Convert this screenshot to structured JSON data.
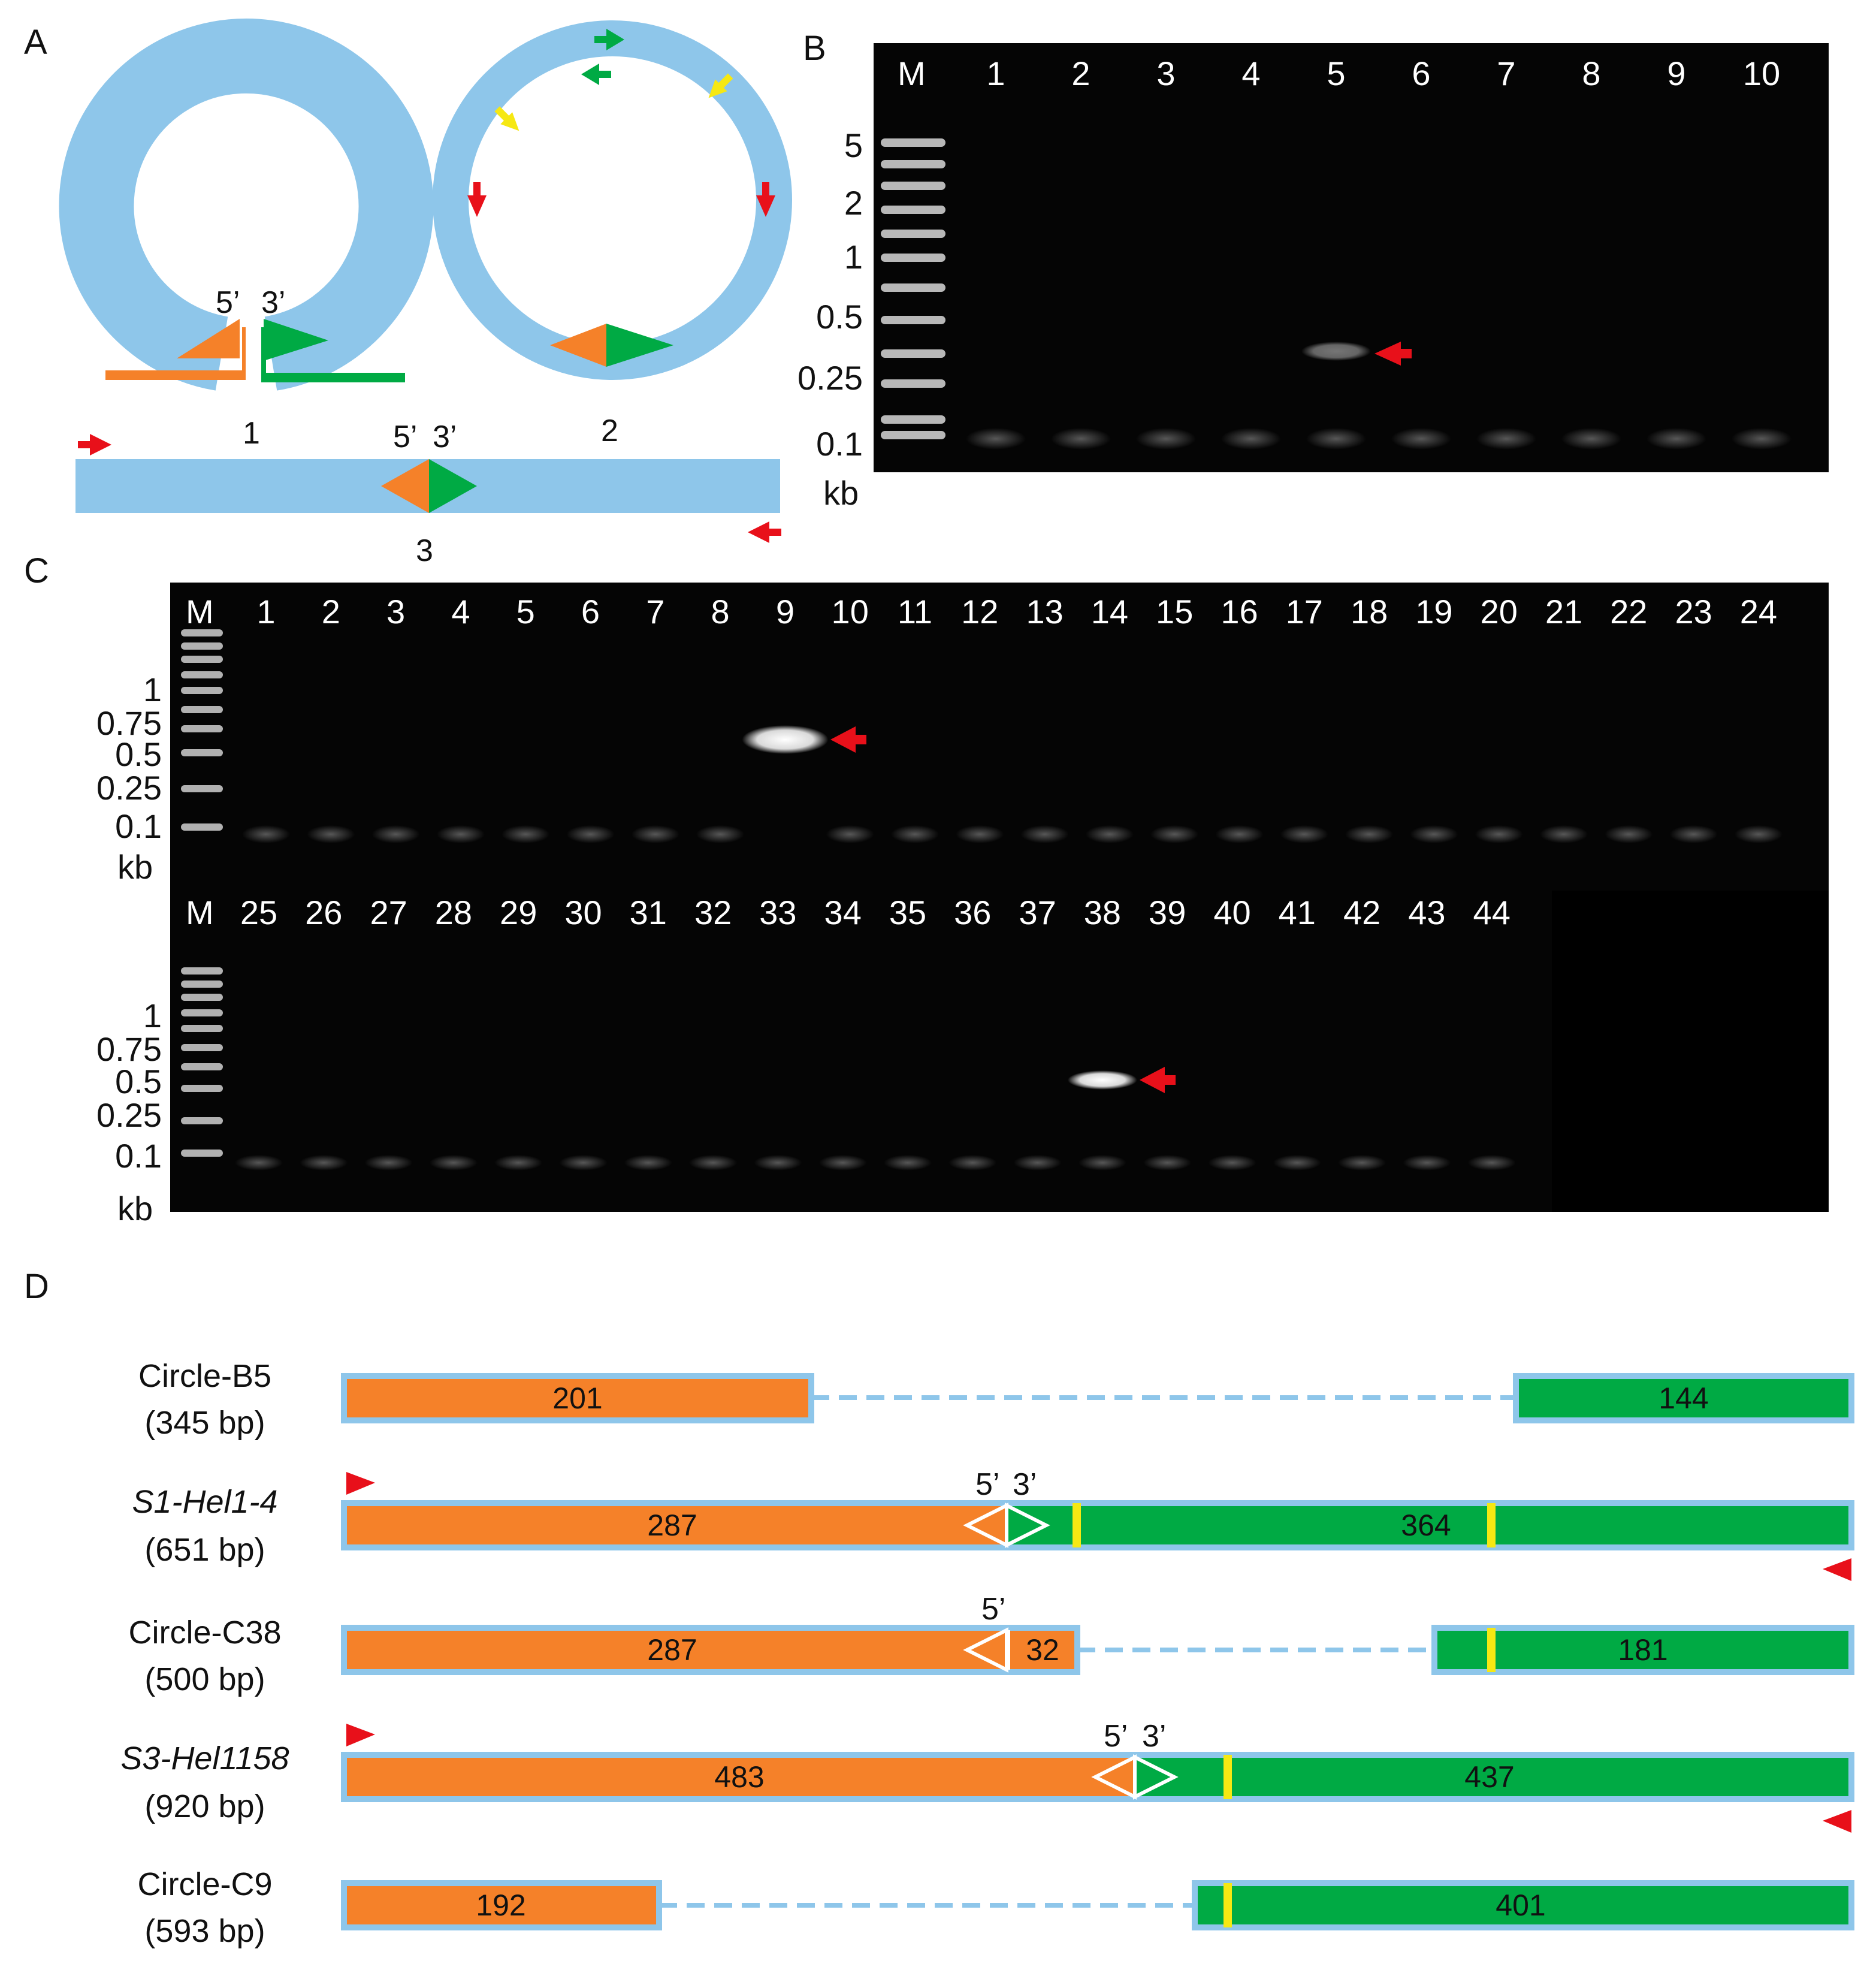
{
  "colors": {
    "circle_blue": "#8ec6ea",
    "orange": "#f58129",
    "green": "#00aa44",
    "red": "#e8101a",
    "yellow": "#f6e813",
    "gel_bg": "#050505"
  },
  "panel_a": {
    "label": "A",
    "circle1_number": "1",
    "circle2_number": "2",
    "linear_number": "3",
    "five_prime": "5’",
    "three_prime": "3’"
  },
  "panel_b": {
    "label": "B",
    "marker_label": "M",
    "lanes": [
      "1",
      "2",
      "3",
      "4",
      "5",
      "6",
      "7",
      "8",
      "9",
      "10"
    ],
    "ladder_labels": [
      "5",
      "2",
      "1",
      "0.5",
      "0.25",
      "0.1"
    ],
    "unit": "kb",
    "band_lane": "5",
    "band_intensity": 0.45
  },
  "panel_c": {
    "label": "C",
    "marker_label": "M",
    "top_lanes": [
      "1",
      "2",
      "3",
      "4",
      "5",
      "6",
      "7",
      "8",
      "9",
      "10",
      "11",
      "12",
      "13",
      "14",
      "15",
      "16",
      "17",
      "18",
      "19",
      "20",
      "21",
      "22",
      "23",
      "24"
    ],
    "bottom_lanes": [
      "25",
      "26",
      "27",
      "28",
      "29",
      "30",
      "31",
      "32",
      "33",
      "34",
      "35",
      "36",
      "37",
      "38",
      "39",
      "40",
      "41",
      "42",
      "43",
      "44"
    ],
    "ladder_labels": [
      "1",
      "0.75",
      "0.5",
      "0.25",
      "0.1"
    ],
    "unit": "kb",
    "top_band_lane": "9",
    "bottom_band_lane": "38"
  },
  "panel_d": {
    "label": "D",
    "five_prime": "5’",
    "three_prime": "3’",
    "constructs": [
      {
        "name": "Circle-B5",
        "size": "(345 bp)",
        "italic": false,
        "left_value": "201",
        "right_value": "144"
      },
      {
        "name": "S1-Hel1-4",
        "size": "(651 bp)",
        "italic": true,
        "left_value": "287",
        "right_value": "364"
      },
      {
        "name": "Circle-C38",
        "size": "(500 bp)",
        "italic": false,
        "left_value": "287",
        "extra_value": "32",
        "right_value": "181"
      },
      {
        "name": "S3-Hel1158",
        "size": "(920 bp)",
        "italic": true,
        "left_value": "483",
        "right_value": "437"
      },
      {
        "name": "Circle-C9",
        "size": "(593 bp)",
        "italic": false,
        "left_value": "192",
        "right_value": "401"
      }
    ]
  }
}
